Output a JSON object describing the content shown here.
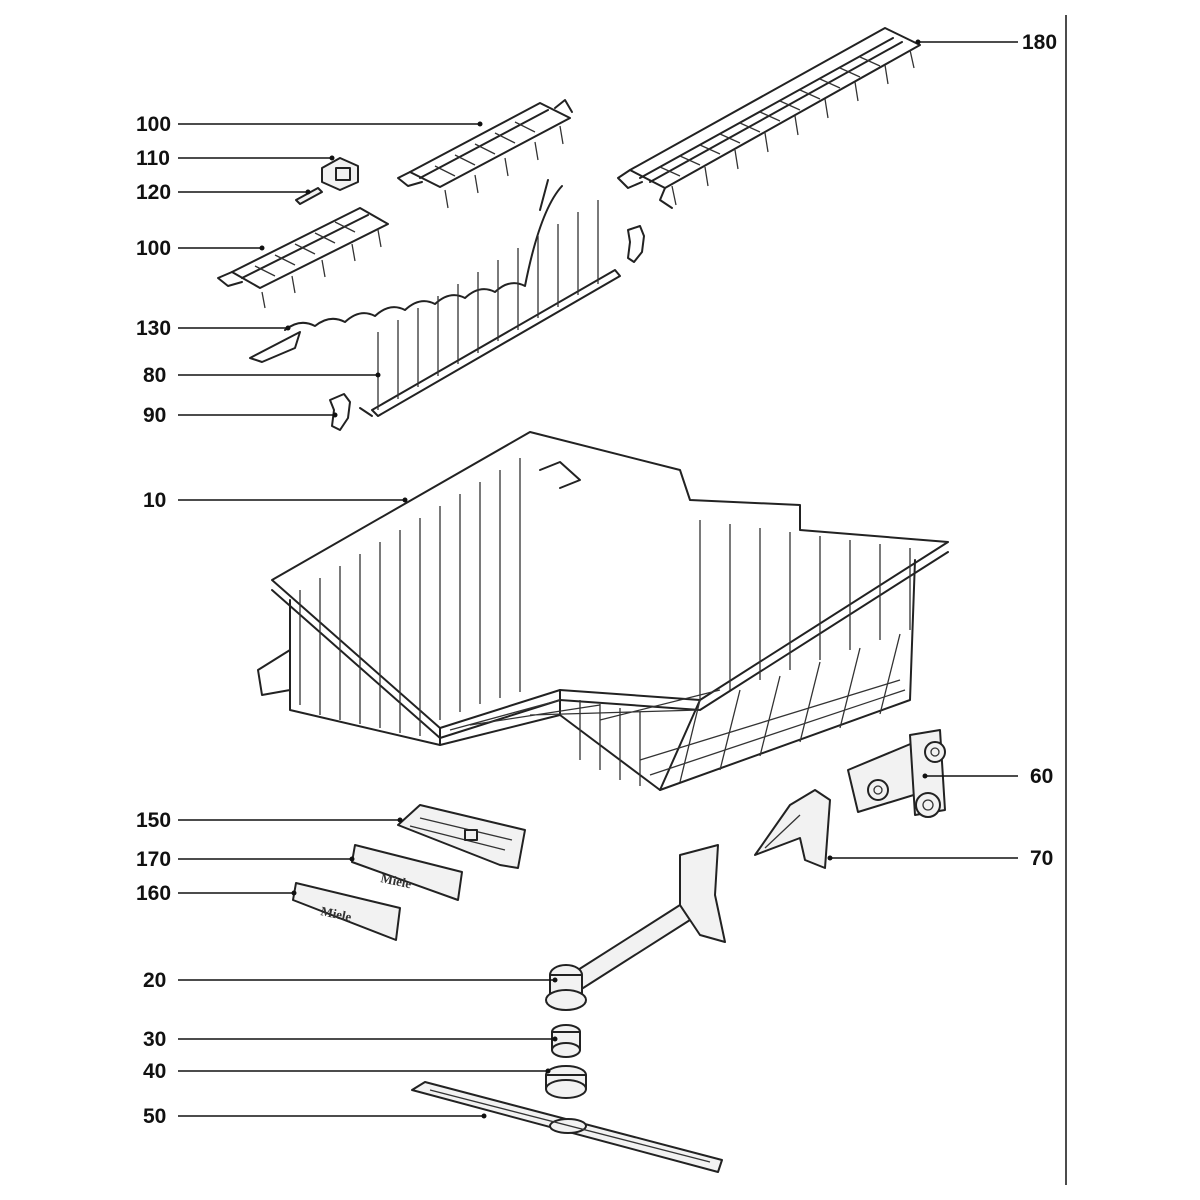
{
  "callouts": [
    {
      "id": "180",
      "text": "180"
    },
    {
      "id": "100a",
      "text": "100"
    },
    {
      "id": "110",
      "text": "110"
    },
    {
      "id": "120",
      "text": "120"
    },
    {
      "id": "100b",
      "text": "100"
    },
    {
      "id": "130",
      "text": "130"
    },
    {
      "id": "80",
      "text": "80"
    },
    {
      "id": "90",
      "text": "90"
    },
    {
      "id": "10",
      "text": "10"
    },
    {
      "id": "60",
      "text": "60"
    },
    {
      "id": "70",
      "text": "70"
    },
    {
      "id": "150",
      "text": "150"
    },
    {
      "id": "170",
      "text": "170"
    },
    {
      "id": "160",
      "text": "160"
    },
    {
      "id": "20",
      "text": "20"
    },
    {
      "id": "30",
      "text": "30"
    },
    {
      "id": "40",
      "text": "40"
    },
    {
      "id": "50",
      "text": "50"
    }
  ],
  "brand_marks": {
    "cover_170": "Miele",
    "cover_160": "Miele"
  }
}
